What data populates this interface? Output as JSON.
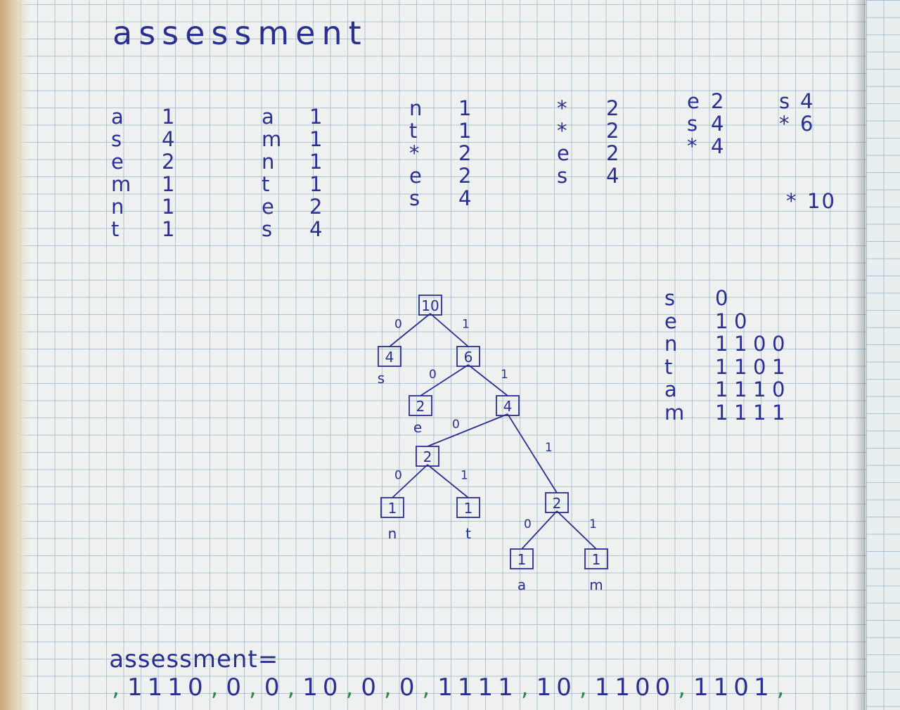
{
  "title": "assessment",
  "frequency_tables": [
    {
      "rows": [
        [
          "a",
          "1"
        ],
        [
          "s",
          "4"
        ],
        [
          "e",
          "2"
        ],
        [
          "m",
          "1"
        ],
        [
          "n",
          "1"
        ],
        [
          "t",
          "1"
        ]
      ]
    },
    {
      "rows": [
        [
          "a",
          "1"
        ],
        [
          "m",
          "1"
        ],
        [
          "n",
          "1"
        ],
        [
          "t",
          "1"
        ],
        [
          "e",
          "2"
        ],
        [
          "s",
          "4"
        ]
      ]
    },
    {
      "rows": [
        [
          "n",
          "1"
        ],
        [
          "t",
          "1"
        ],
        [
          "*",
          "2"
        ],
        [
          "e",
          "2"
        ],
        [
          "s",
          "4"
        ]
      ]
    },
    {
      "rows": [
        [
          "*",
          "2"
        ],
        [
          "*",
          "2"
        ],
        [
          "e",
          "2"
        ],
        [
          "s",
          "4"
        ]
      ]
    },
    {
      "rows": [
        [
          "e",
          "2"
        ],
        [
          "s",
          "4"
        ],
        [
          "*",
          "4"
        ]
      ]
    },
    {
      "rows": [
        [
          "s",
          "4"
        ],
        [
          "*",
          "6"
        ]
      ]
    },
    {
      "rows": [
        [
          "*",
          "10"
        ]
      ]
    }
  ],
  "tree": {
    "nodes": [
      {
        "id": "root",
        "value": "10"
      },
      {
        "id": "s",
        "value": "4",
        "leaf_label": "s"
      },
      {
        "id": "n6",
        "value": "6"
      },
      {
        "id": "e",
        "value": "2",
        "leaf_label": "e"
      },
      {
        "id": "n4",
        "value": "4"
      },
      {
        "id": "n2a",
        "value": "2"
      },
      {
        "id": "n2b",
        "value": "2"
      },
      {
        "id": "n",
        "value": "1",
        "leaf_label": "n"
      },
      {
        "id": "t",
        "value": "1",
        "leaf_label": "t"
      },
      {
        "id": "a",
        "value": "1",
        "leaf_label": "a"
      },
      {
        "id": "m",
        "value": "1",
        "leaf_label": "m"
      }
    ],
    "edges": [
      {
        "from": "root",
        "to": "s",
        "label": "0"
      },
      {
        "from": "root",
        "to": "n6",
        "label": "1"
      },
      {
        "from": "n6",
        "to": "e",
        "label": "0"
      },
      {
        "from": "n6",
        "to": "n4",
        "label": "1"
      },
      {
        "from": "n4",
        "to": "n2a",
        "label": "0"
      },
      {
        "from": "n4",
        "to": "n2b",
        "label": "1"
      },
      {
        "from": "n2a",
        "to": "n",
        "label": "0"
      },
      {
        "from": "n2a",
        "to": "t",
        "label": "1"
      },
      {
        "from": "n2b",
        "to": "a",
        "label": "0"
      },
      {
        "from": "n2b",
        "to": "m",
        "label": "1"
      }
    ]
  },
  "codes": [
    {
      "symbol": "s",
      "bits": [
        "0"
      ]
    },
    {
      "symbol": "e",
      "bits": [
        "1",
        "0"
      ]
    },
    {
      "symbol": "n",
      "bits": [
        "1",
        "1",
        "0",
        "0"
      ]
    },
    {
      "symbol": "t",
      "bits": [
        "1",
        "1",
        "0",
        "1"
      ]
    },
    {
      "symbol": "a",
      "bits": [
        "1",
        "1",
        "1",
        "0"
      ]
    },
    {
      "symbol": "m",
      "bits": [
        "1",
        "1",
        "1",
        "1"
      ]
    }
  ],
  "encoded": {
    "label": "assessment=",
    "groups": [
      "1110",
      "0",
      "0",
      "10",
      "0",
      "0",
      "1111",
      "10",
      "1100",
      "1101"
    ]
  },
  "colors": {
    "ink": "#2b2f92",
    "separator": "#2a8a4a",
    "grid": "#78a0b9"
  }
}
